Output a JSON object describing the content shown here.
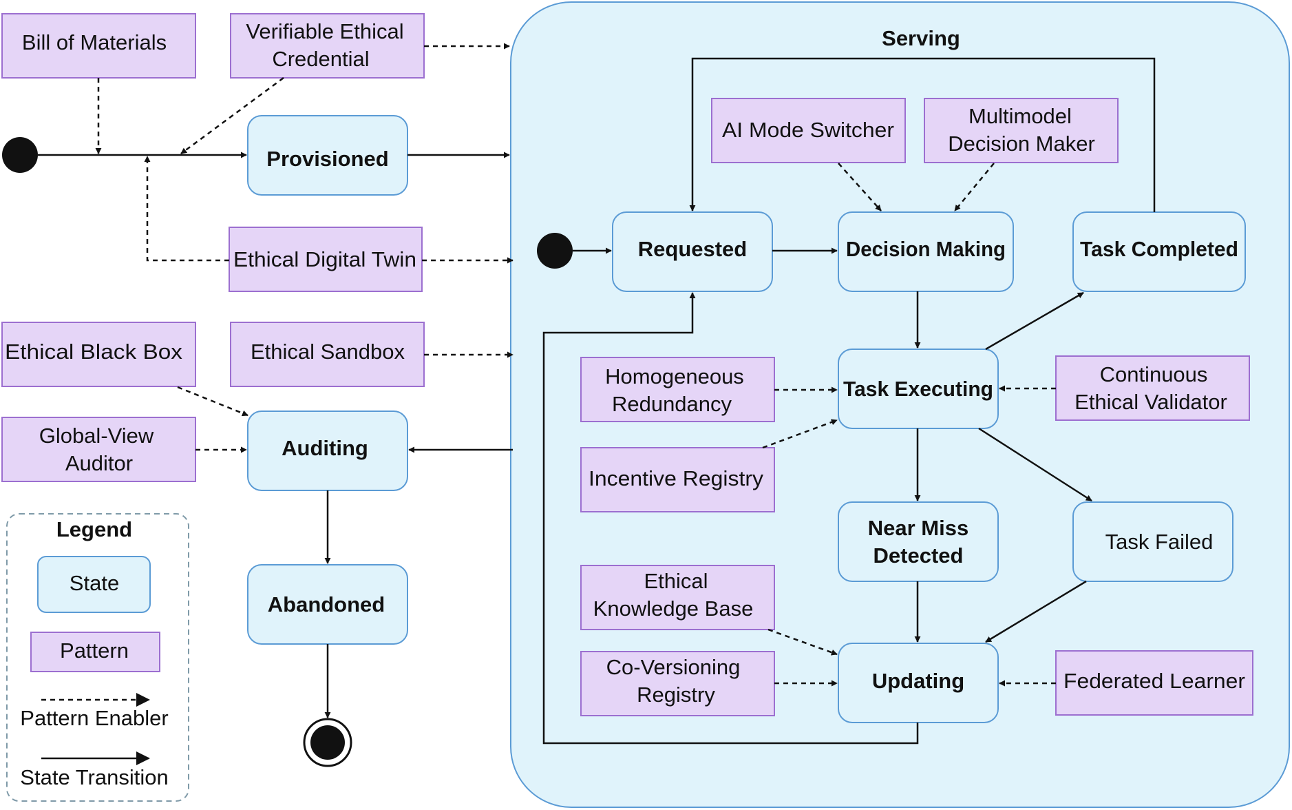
{
  "serving": {
    "title": "Serving"
  },
  "states": {
    "provisioned": "Provisioned",
    "auditing": "Auditing",
    "abandoned": "Abandoned",
    "requested": "Requested",
    "decision_making": "Decision Making",
    "task_completed": "Task Completed",
    "task_executing": "Task Executing",
    "near_miss": [
      "Near Miss",
      "Detected"
    ],
    "task_failed": "Task Failed",
    "updating": "Updating"
  },
  "patterns": {
    "bill_of_materials": [
      "Bill of Materials"
    ],
    "verifiable_ethical_credential": [
      "Verifiable Ethical",
      "Credential"
    ],
    "ethical_digital_twin": [
      "Ethical Digital Twin"
    ],
    "ethical_black_box": [
      "Ethical Black Box"
    ],
    "ethical_sandbox": [
      "Ethical Sandbox"
    ],
    "global_view_auditor": [
      "Global-View",
      "Auditor"
    ],
    "ai_mode_switcher": [
      "AI Mode Switcher"
    ],
    "multimodel_decision_maker": [
      "Multimodel",
      "Decision Maker"
    ],
    "homogeneous_redundancy": [
      "Homogeneous",
      "Redundancy"
    ],
    "incentive_registry": [
      "Incentive Registry"
    ],
    "continuous_ethical_validator": [
      "Continuous",
      "Ethical Validator"
    ],
    "ethical_knowledge_base": [
      "Ethical",
      "Knowledge Base"
    ],
    "co_versioning_registry": [
      "Co-Versioning",
      "Registry"
    ],
    "federated_learner": [
      "Federated Learner"
    ]
  },
  "legend": {
    "title": "Legend",
    "state": "State",
    "pattern": "Pattern",
    "pattern_enabler": "Pattern Enabler",
    "state_transition": "State Transition"
  },
  "colors": {
    "state_fill": "#e0f3fb",
    "state_stroke": "#5b9bd5",
    "pattern_fill": "#e5d5f7",
    "pattern_stroke": "#9c6fd0"
  }
}
